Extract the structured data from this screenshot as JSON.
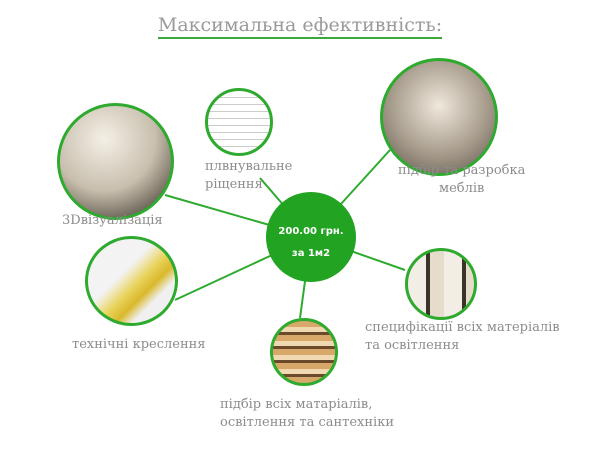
{
  "title": "Максимальна ефективність:",
  "center": {
    "price": "200.00 грн.",
    "unit": "за 1м2"
  },
  "items": [
    {
      "label": "3Dвізуалізація"
    },
    {
      "label_line1": "плвнувальне",
      "label_line2": "рiщення"
    },
    {
      "label_line1": "підбір та разробка",
      "label_line2": "меблів"
    },
    {
      "label": "технічні креслення"
    },
    {
      "label_line1": "специфікації всіх матеріалів",
      "label_line2": " та освітлення"
    },
    {
      "label_line1": "підбір всіх матаріалів,",
      "label_line2": "освітлення та сантехніки"
    }
  ],
  "colors": {
    "accent": "#22a322",
    "text": "#8c8c8c"
  }
}
